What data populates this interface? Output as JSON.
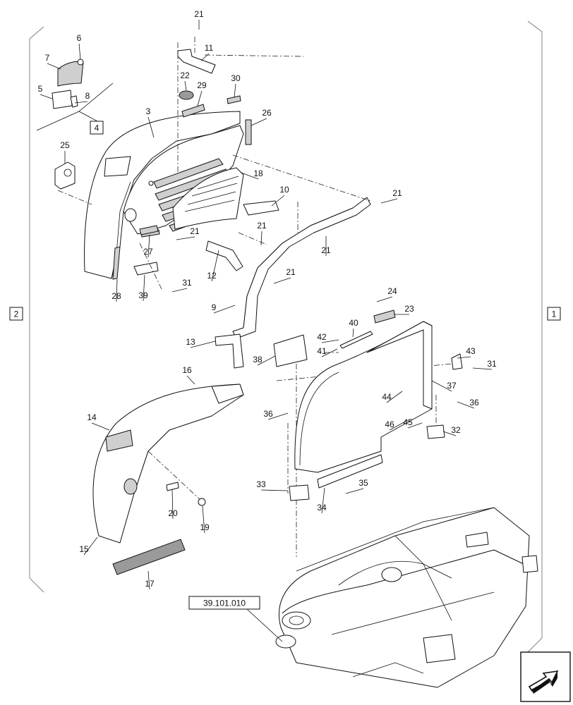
{
  "reference": {
    "label": "39.101.010"
  },
  "boxed_labels": [
    "1",
    "2",
    "4"
  ],
  "callouts": [
    "3",
    "5",
    "6",
    "7",
    "8",
    "9",
    "10",
    "11",
    "12",
    "13",
    "14",
    "15",
    "16",
    "17",
    "18",
    "19",
    "20",
    "21",
    "21",
    "21",
    "21",
    "21",
    "21",
    "22",
    "23",
    "24",
    "25",
    "26",
    "27",
    "28",
    "29",
    "30",
    "31",
    "31",
    "32",
    "33",
    "34",
    "35",
    "36",
    "36",
    "37",
    "38",
    "39",
    "40",
    "41",
    "42",
    "43",
    "44",
    "45",
    "46"
  ],
  "icons": {
    "navigation": "arrow-icon"
  }
}
